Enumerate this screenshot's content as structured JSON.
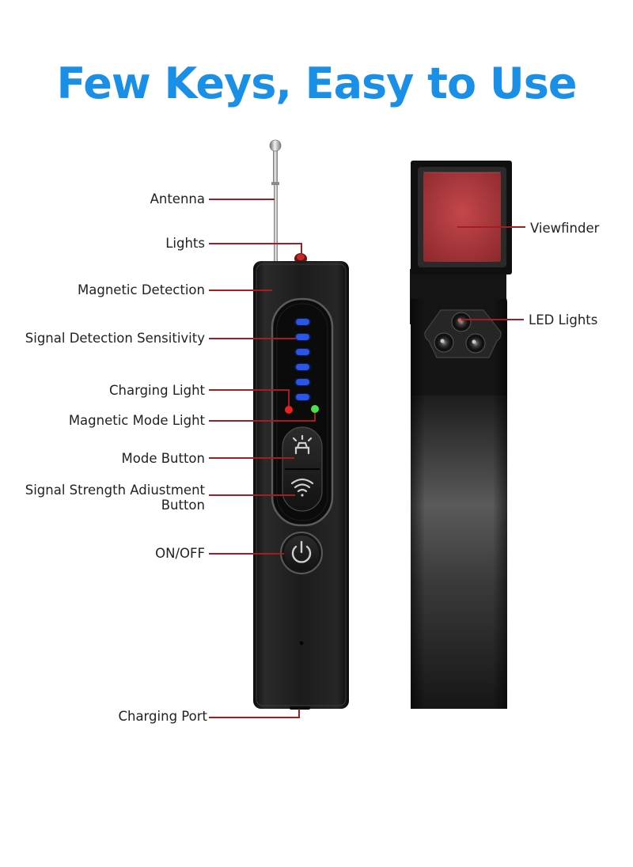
{
  "title": "Few Keys, Easy to Use",
  "colors": {
    "title": "#1a8fe8",
    "leader_line": "#a31e22",
    "device_body": "#1a1a1a",
    "indicator_blue": "#2a55e8",
    "charging_light": "#e8221c",
    "magnetic_mode_light": "#4ee04a",
    "viewfinder_glass": "#b3363c"
  },
  "front_view": {
    "labels": {
      "antenna": "Antenna",
      "lights": "Lights",
      "magnetic_detection": "Magnetic Detection",
      "signal_detection_sensitivity": "Signal Detection Sensitivity",
      "charging_light": "Charging Light",
      "magnetic_mode_light": "Magnetic Mode Light",
      "mode_button": "Mode Button",
      "signal_strength_line1": "Signal Strength Adiustment",
      "signal_strength_line2": "Button",
      "on_off": "ON/OFF",
      "charging_port": "Charging Port"
    },
    "sensitivity_bars": 6,
    "icons": {
      "mode_button": "flashlight-icon",
      "signal_button": "wifi-signal-icon",
      "power_button": "power-icon"
    }
  },
  "back_view": {
    "labels": {
      "viewfinder": "Viewfinder",
      "led_lights": "LED Lights"
    },
    "led_count": 3
  }
}
